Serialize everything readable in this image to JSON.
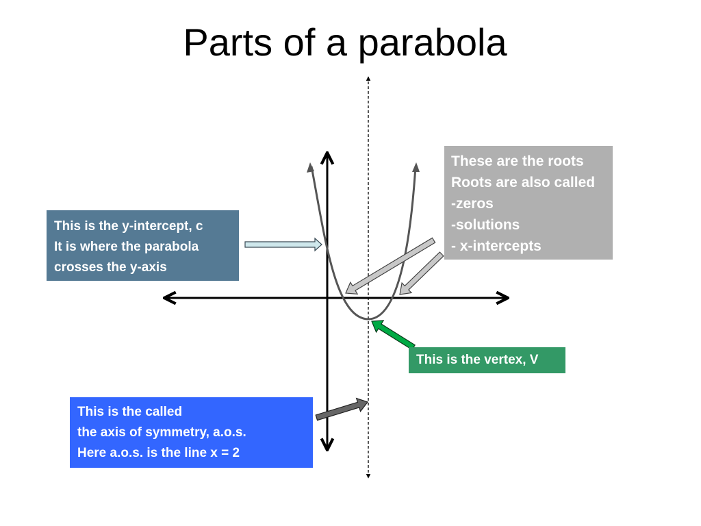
{
  "title": "Parts of a parabola",
  "colors": {
    "yintercept_box": "#557a94",
    "roots_box": "#b0b0b0",
    "vertex_box": "#339966",
    "vertex_arrow": "#00aa44",
    "aos_box": "#3366ff",
    "parabola": "#555555",
    "axes": "#000000"
  },
  "callouts": {
    "y_intercept": {
      "lines": [
        "This is the y-intercept, c",
        "It is where the parabola",
        "crosses the y-axis"
      ]
    },
    "roots": {
      "lines": [
        "These are the roots",
        "Roots are also called",
        "-zeros",
        "-solutions",
        "- x-intercepts"
      ]
    },
    "vertex": {
      "lines": [
        "This is the vertex, V"
      ]
    },
    "axis_of_symmetry": {
      "lines": [
        "This is the called",
        "the axis of symmetry, a.o.s.",
        "Here a.o.s. is the line x = 2"
      ]
    }
  }
}
